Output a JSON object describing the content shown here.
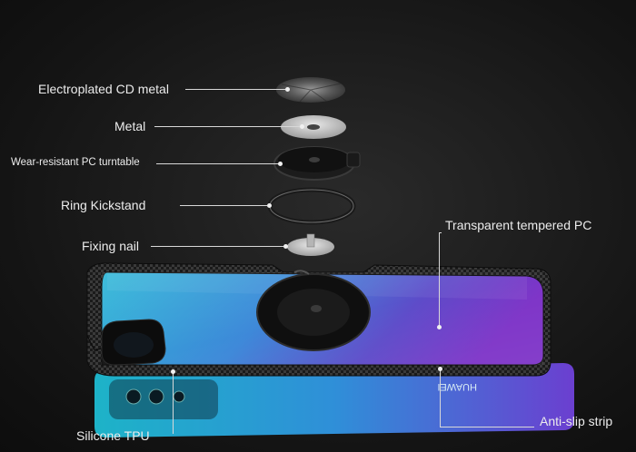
{
  "diagram": {
    "labels": {
      "electroplated_cd_metal": "Electroplated CD metal",
      "metal": "Metal",
      "wear_resistant_turntable": "Wear-resistant PC turntable",
      "ring_kickstand": "Ring Kickstand",
      "fixing_nail": "Fixing nail",
      "transparent_tempered_pc": "Transparent tempered PC",
      "silicone_tpu": "Silicone TPU",
      "anti_slip_strip": "Anti-slip strip"
    },
    "phone_brand_text": "HUAWEI"
  },
  "colors": {
    "background": "#161616",
    "label_text": "#ececec",
    "leader_line": "#d8d8d8",
    "phone_gradient_start": "#22a6c8",
    "phone_gradient_end": "#6a2fc0",
    "bumper": "#1b1b1b"
  }
}
